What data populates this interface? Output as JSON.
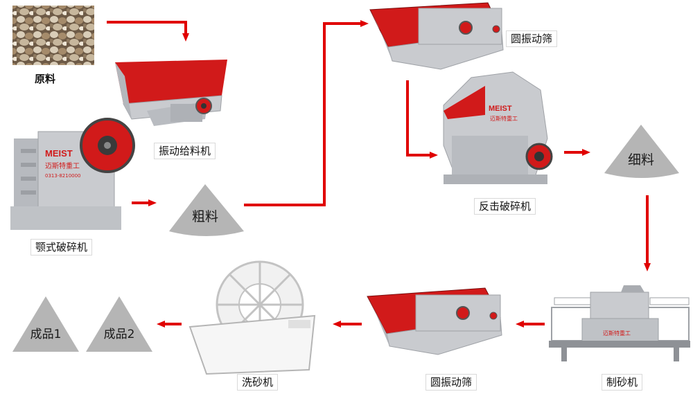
{
  "colors": {
    "arrow": "#e00000",
    "pile": "#b5b5b5",
    "machine_body": "#c9cbcf",
    "machine_red": "#d11a1a"
  },
  "stages": {
    "raw": "原料",
    "feeder": "振动给料机",
    "jaw": "颚式破碎机",
    "coarse": "粗料",
    "screen_top": "圆振动筛",
    "impact": "反击破碎机",
    "fine": "细料",
    "sandmaker": "制砂机",
    "screen_bottom": "圆振动筛",
    "washer": "洗砂机",
    "product1": "成品1",
    "product2": "成品2"
  },
  "machine_text": {
    "jaw_brand": "MEIST",
    "jaw_cn": "迈斯特重工",
    "jaw_phone": "0313-8210000",
    "impact_brand": "MEIST",
    "impact_cn": "迈斯特重工",
    "sandmaker_cn": "迈斯特重工"
  }
}
